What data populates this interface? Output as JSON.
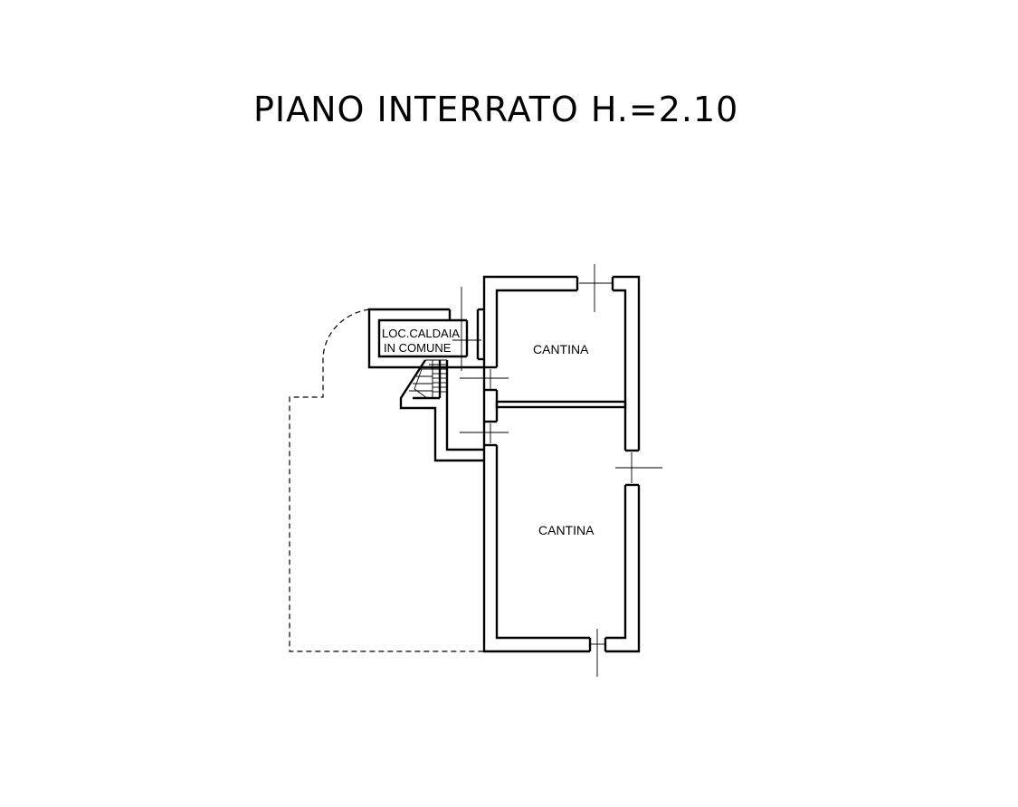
{
  "plan": {
    "title": "PIANO INTERRATO H.=2.10",
    "rooms": {
      "cantina_top": "CANTINA",
      "cantina_bottom": "CANTINA",
      "caldaia_line1": "LOC.CALDAIA",
      "caldaia_line2": "IN COMUNE"
    }
  }
}
